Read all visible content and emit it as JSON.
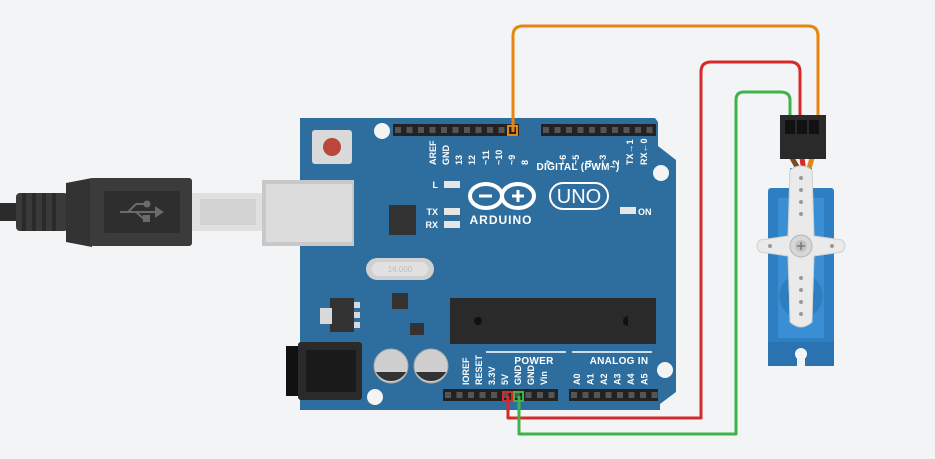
{
  "board": {
    "brand": "ARDUINO",
    "model": "UNO",
    "on_label": "ON",
    "led_l": "L",
    "led_tx": "TX",
    "led_rx": "RX",
    "digital_header": "DIGITAL (PWM~)",
    "power_header": "POWER",
    "analog_header": "ANALOG IN",
    "crystal_label": "16.000",
    "digital_pins": [
      "AREF",
      "GND",
      "13",
      "12",
      "~11",
      "~10",
      "~9",
      "8",
      "7",
      "~6",
      "~5",
      "4",
      "~3",
      "2",
      "TX→1",
      "RX←0"
    ],
    "power_pins": [
      "IOREF",
      "RESET",
      "3.3V",
      "5V",
      "GND",
      "GND",
      "Vin"
    ],
    "analog_pins": [
      "A0",
      "A1",
      "A2",
      "A3",
      "A4",
      "A5"
    ]
  },
  "wires": {
    "signal_color": "#e8850f",
    "power_color": "#d62a2a",
    "ground_color": "#3fb34a"
  },
  "colors": {
    "board_blue": "#2e6e9e",
    "servo_blue": "#2e7fc2",
    "background": "#f2f4f6"
  },
  "icons": {
    "usb_logo": "usb-trident-icon",
    "arduino_logo": "infinity-plus-minus-icon"
  }
}
